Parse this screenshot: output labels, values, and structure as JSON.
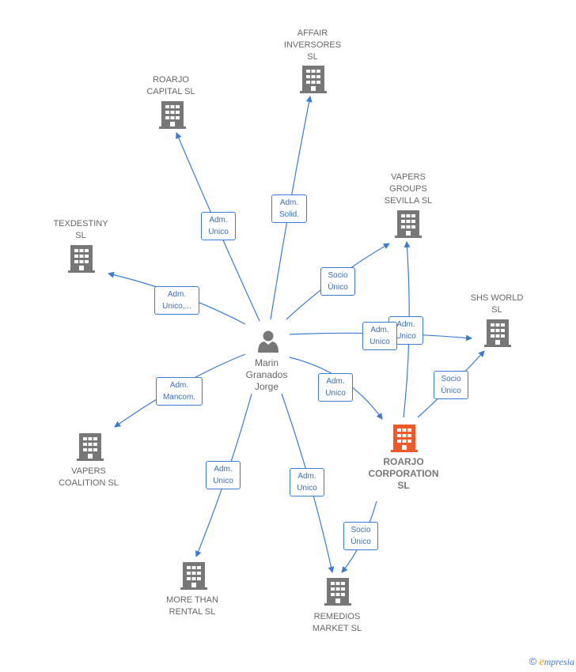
{
  "person": {
    "name": "Marin\nGranados\nJorge",
    "icon": "person-icon"
  },
  "companies": {
    "affair": "AFFAIR\nINVERSORES\nSL",
    "roarjo_capital": "ROARJO\nCAPITAL  SL",
    "vapers_groups": "VAPERS\nGROUPS\nSEVILLA  SL",
    "texdestiny": "TEXDESTINY\nSL",
    "shs_world": "SHS WORLD\nSL",
    "vapers_coalition": "VAPERS\nCOALITION  SL",
    "roarjo_corp": "ROARJO\nCORPORATION\nSL",
    "more_than_rental": "MORE THAN\nRENTAL  SL",
    "remedios": "REMEDIOS\nMARKET  SL"
  },
  "edges": {
    "e_affair": "Adm.\nSolid.",
    "e_roarjo_capital": "Adm.\nUnico",
    "e_texdestiny": "Adm.\nUnico,...",
    "e_vapers_groups_person": "Socio\nÚnico",
    "e_shs_person": "Adm.\nUnico",
    "e_vapers_groups_corp": "Adm.\nUnico",
    "e_vapers_coalition": "Adm.\nMancom.",
    "e_roarjo_corp": "Adm.\nUnico",
    "e_shs_corp": "Socio\nÚnico",
    "e_more_than": "Adm.\nUnico",
    "e_remedios_person": "Adm.\nUnico",
    "e_remedios_corp": "Socio\nÚnico"
  },
  "colors": {
    "edge": "#3a7bd5",
    "building": "#777777",
    "focus_building": "#f05a28",
    "person": "#777777"
  },
  "footer": {
    "copyright": "©",
    "brand_e": "e",
    "brand_rest": "mpresia"
  }
}
